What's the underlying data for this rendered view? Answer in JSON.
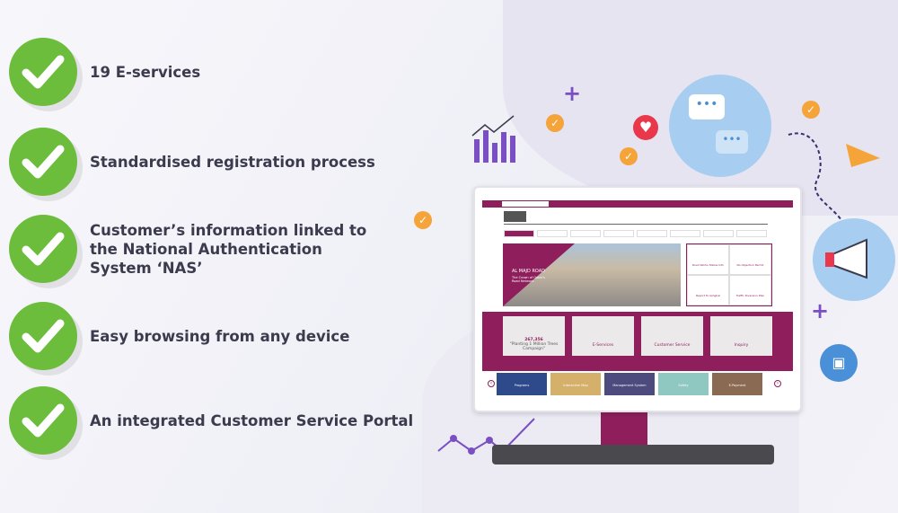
{
  "features": [
    {
      "label": "19 E-services"
    },
    {
      "label": "Standardised registration process"
    },
    {
      "label": "Customer’s information linked to the National Authentication System ‘NAS’"
    },
    {
      "label": "Easy browsing from any device"
    },
    {
      "label": "An integrated Customer Service Portal"
    }
  ],
  "website": {
    "hero_title": "AL MAJD ROAD",
    "hero_subtitle": "The Crown of Qatar's Road Network",
    "cards": [
      "E-Services",
      "Customer Service",
      "Inquiry"
    ],
    "tree_count": "267,356",
    "tree_caption": "\"Planting 1 Million Trees Campaign\"",
    "tiles": [
      "Road Works Status Info",
      "No Objection Permit",
      "Report To Ashghal",
      "Traffic Diversion Plan"
    ],
    "strip": [
      "Programs",
      "Interactive Map",
      "Management System",
      "Safety",
      "E-Payment"
    ]
  },
  "colors": {
    "brand": "#8e1f5c",
    "check": "#6cbd3c",
    "accent": "#f5a43a"
  }
}
